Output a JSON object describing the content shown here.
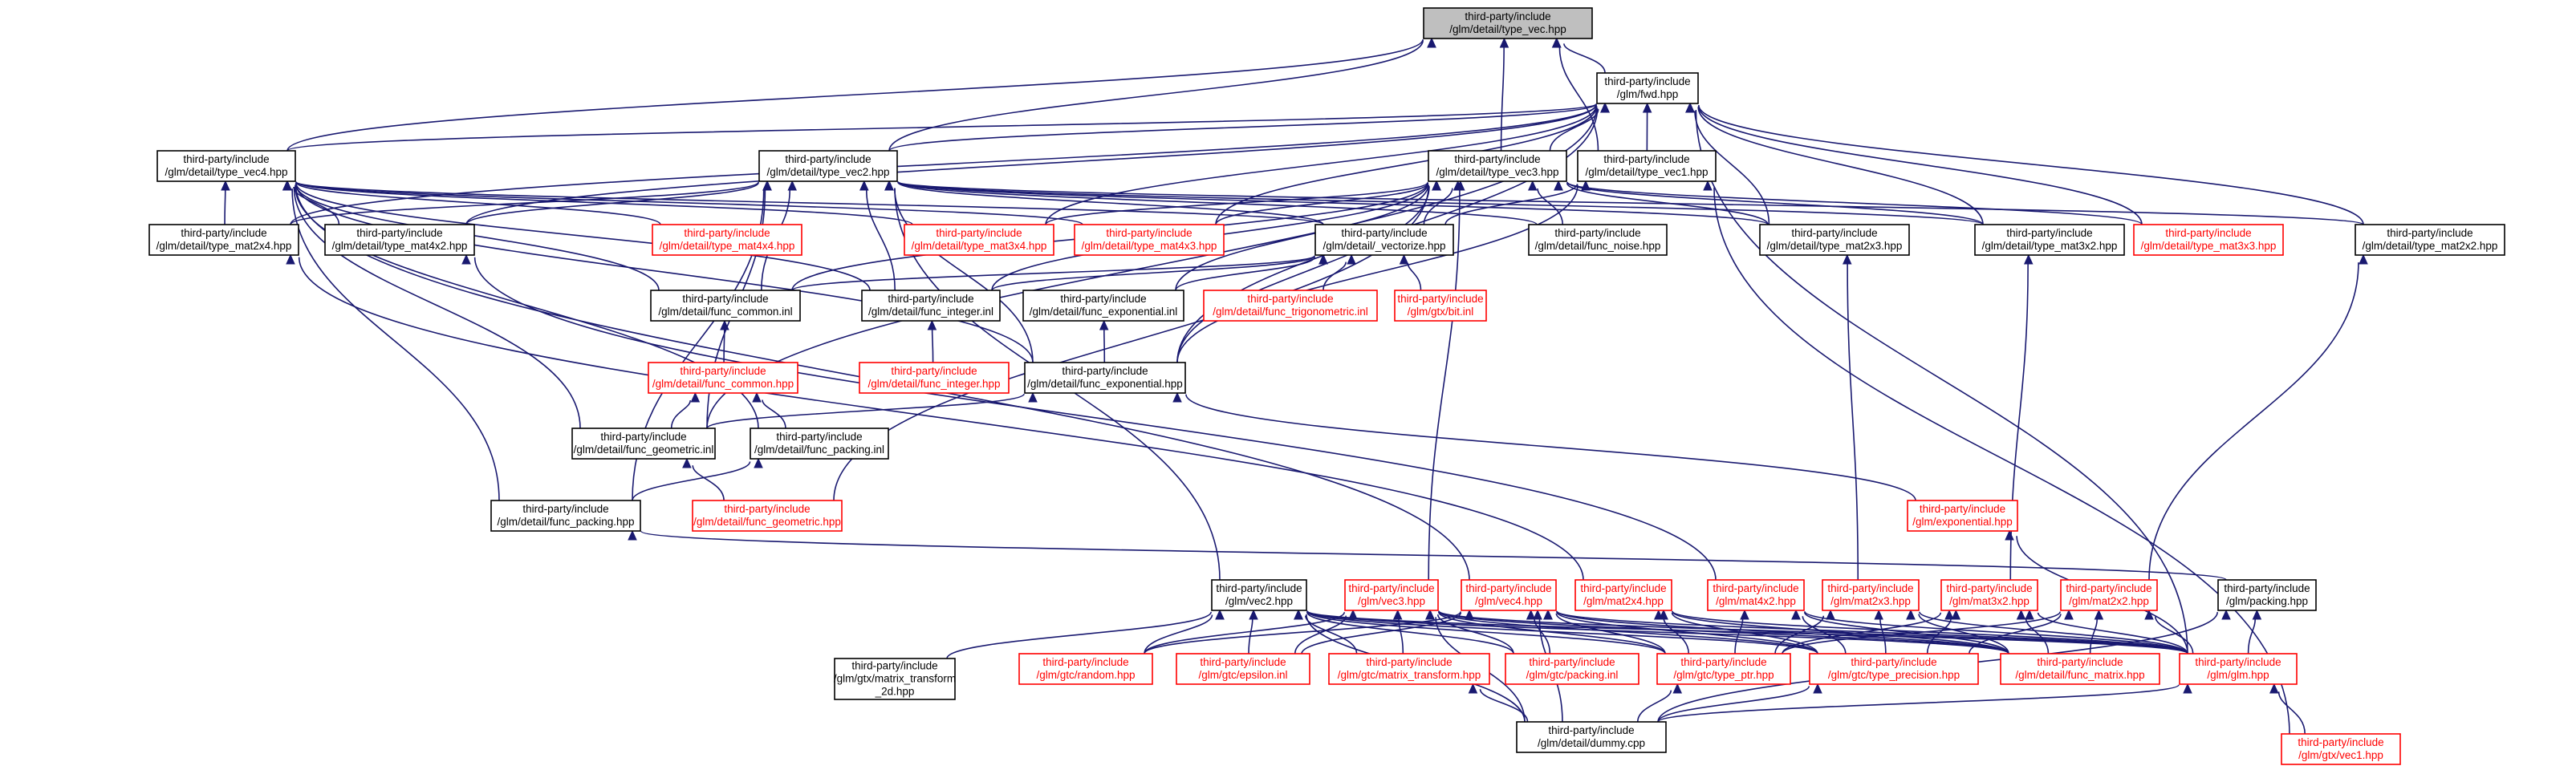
{
  "nodes": {
    "root": {
      "lines": [
        "third-party/include",
        "/glm/detail/type_vec.hpp"
      ],
      "root": true
    },
    "fwd": {
      "lines": [
        "third-party/include",
        "/glm/fwd.hpp"
      ]
    },
    "tvec4": {
      "lines": [
        "third-party/include",
        "/glm/detail/type_vec4.hpp"
      ]
    },
    "tvec2": {
      "lines": [
        "third-party/include",
        "/glm/detail/type_vec2.hpp"
      ]
    },
    "tvec3": {
      "lines": [
        "third-party/include",
        "/glm/detail/type_vec3.hpp"
      ]
    },
    "tvec1": {
      "lines": [
        "third-party/include",
        "/glm/detail/type_vec1.hpp"
      ]
    },
    "m2x4": {
      "lines": [
        "third-party/include",
        "/glm/detail/type_mat2x4.hpp"
      ]
    },
    "m4x2": {
      "lines": [
        "third-party/include",
        "/glm/detail/type_mat4x2.hpp"
      ]
    },
    "m4x4": {
      "lines": [
        "third-party/include",
        "/glm/detail/type_mat4x4.hpp"
      ],
      "red": true
    },
    "m3x4": {
      "lines": [
        "third-party/include",
        "/glm/detail/type_mat3x4.hpp"
      ],
      "red": true
    },
    "m4x3": {
      "lines": [
        "third-party/include",
        "/glm/detail/type_mat4x3.hpp"
      ],
      "red": true
    },
    "vectorize": {
      "lines": [
        "third-party/include",
        "/glm/detail/_vectorize.hpp"
      ]
    },
    "fnoise": {
      "lines": [
        "third-party/include",
        "/glm/detail/func_noise.hpp"
      ]
    },
    "m2x3": {
      "lines": [
        "third-party/include",
        "/glm/detail/type_mat2x3.hpp"
      ]
    },
    "m3x2": {
      "lines": [
        "third-party/include",
        "/glm/detail/type_mat3x2.hpp"
      ]
    },
    "m3x3": {
      "lines": [
        "third-party/include",
        "/glm/detail/type_mat3x3.hpp"
      ],
      "red": true
    },
    "m2x2": {
      "lines": [
        "third-party/include",
        "/glm/detail/type_mat2x2.hpp"
      ]
    },
    "fcommoninl": {
      "lines": [
        "third-party/include",
        "/glm/detail/func_common.inl"
      ]
    },
    "fintinl": {
      "lines": [
        "third-party/include",
        "/glm/detail/func_integer.inl"
      ]
    },
    "fexpinl": {
      "lines": [
        "third-party/include",
        "/glm/detail/func_exponential.inl"
      ]
    },
    "ftrig": {
      "lines": [
        "third-party/include",
        "/glm/detail/func_trigonometric.inl"
      ],
      "red": true
    },
    "gtxbit": {
      "lines": [
        "third-party/include",
        "/glm/gtx/bit.inl"
      ],
      "red": true
    },
    "fcommonhpp": {
      "lines": [
        "third-party/include",
        "/glm/detail/func_common.hpp"
      ],
      "red": true
    },
    "finthpp": {
      "lines": [
        "third-party/include",
        "/glm/detail/func_integer.hpp"
      ],
      "red": true
    },
    "fexphpp": {
      "lines": [
        "third-party/include",
        "/glm/detail/func_exponential.hpp"
      ]
    },
    "fgeominl": {
      "lines": [
        "third-party/include",
        "/glm/detail/func_geometric.inl"
      ]
    },
    "fpackinl": {
      "lines": [
        "third-party/include",
        "/glm/detail/func_packing.inl"
      ]
    },
    "fpackhpp": {
      "lines": [
        "third-party/include",
        "/glm/detail/func_packing.hpp"
      ]
    },
    "fgeomhpp": {
      "lines": [
        "third-party/include",
        "/glm/detail/func_geometric.hpp"
      ],
      "red": true
    },
    "expo": {
      "lines": [
        "third-party/include",
        "/glm/exponential.hpp"
      ],
      "red": true
    },
    "vec2": {
      "lines": [
        "third-party/include",
        "/glm/vec2.hpp"
      ]
    },
    "vec3": {
      "lines": [
        "third-party/include",
        "/glm/vec3.hpp"
      ],
      "red": true
    },
    "vec4": {
      "lines": [
        "third-party/include",
        "/glm/vec4.hpp"
      ],
      "red": true
    },
    "mat2x4": {
      "lines": [
        "third-party/include",
        "/glm/mat2x4.hpp"
      ],
      "red": true
    },
    "mat4x2": {
      "lines": [
        "third-party/include",
        "/glm/mat4x2.hpp"
      ],
      "red": true
    },
    "mat2x3": {
      "lines": [
        "third-party/include",
        "/glm/mat2x3.hpp"
      ],
      "red": true
    },
    "mat3x2": {
      "lines": [
        "third-party/include",
        "/glm/mat3x2.hpp"
      ],
      "red": true
    },
    "mat2x2": {
      "lines": [
        "third-party/include",
        "/glm/mat2x2.hpp"
      ],
      "red": true
    },
    "packing": {
      "lines": [
        "third-party/include",
        "/glm/packing.hpp"
      ]
    },
    "gtxmt2d": {
      "lines": [
        "third-party/include",
        "/glm/gtx/matrix_transform",
        "_2d.hpp"
      ]
    },
    "random": {
      "lines": [
        "third-party/include",
        "/glm/gtc/random.hpp"
      ],
      "red": true
    },
    "epsilon": {
      "lines": [
        "third-party/include",
        "/glm/gtc/epsilon.inl"
      ],
      "red": true
    },
    "gtcmt": {
      "lines": [
        "third-party/include",
        "/glm/gtc/matrix_transform.hpp"
      ],
      "red": true
    },
    "gtcpack": {
      "lines": [
        "third-party/include",
        "/glm/gtc/packing.inl"
      ],
      "red": true
    },
    "typeptr": {
      "lines": [
        "third-party/include",
        "/glm/gtc/type_ptr.hpp"
      ],
      "red": true
    },
    "typeprec": {
      "lines": [
        "third-party/include",
        "/glm/gtc/type_precision.hpp"
      ],
      "red": true
    },
    "fmatrix": {
      "lines": [
        "third-party/include",
        "/glm/detail/func_matrix.hpp"
      ],
      "red": true
    },
    "glm": {
      "lines": [
        "third-party/include",
        "/glm/glm.hpp"
      ],
      "red": true
    },
    "dummy": {
      "lines": [
        "third-party/include",
        "/glm/detail/dummy.cpp"
      ]
    },
    "gtxvec1": {
      "lines": [
        "third-party/include",
        "/glm/gtx/vec1.hpp"
      ],
      "red": true
    }
  },
  "edges": [
    [
      "fwd",
      "root"
    ],
    [
      "tvec4",
      "root"
    ],
    [
      "tvec2",
      "root"
    ],
    [
      "tvec3",
      "root"
    ],
    [
      "tvec1",
      "root"
    ],
    [
      "tvec1",
      "fwd"
    ],
    [
      "tvec4",
      "fwd"
    ],
    [
      "tvec2",
      "fwd"
    ],
    [
      "tvec3",
      "fwd"
    ],
    [
      "m2x4",
      "fwd"
    ],
    [
      "m4x2",
      "fwd"
    ],
    [
      "m3x4",
      "fwd"
    ],
    [
      "m4x3",
      "fwd"
    ],
    [
      "m2x3",
      "fwd"
    ],
    [
      "m3x2",
      "fwd"
    ],
    [
      "m3x3",
      "fwd"
    ],
    [
      "m2x2",
      "fwd"
    ],
    [
      "fgeominl",
      "fwd"
    ],
    [
      "fexphpp",
      "fwd"
    ],
    [
      "glm",
      "fwd"
    ],
    [
      "m2x4",
      "tvec4"
    ],
    [
      "m4x2",
      "tvec4"
    ],
    [
      "m4x4",
      "tvec4"
    ],
    [
      "m3x4",
      "tvec4"
    ],
    [
      "m4x3",
      "tvec4"
    ],
    [
      "vectorize",
      "tvec4"
    ],
    [
      "fcommoninl",
      "tvec4"
    ],
    [
      "fintinl",
      "tvec4"
    ],
    [
      "fexphpp",
      "tvec4"
    ],
    [
      "fgeominl",
      "tvec4"
    ],
    [
      "fpackhpp",
      "tvec4"
    ],
    [
      "vec4",
      "tvec4"
    ],
    [
      "fpackinl",
      "tvec4"
    ],
    [
      "m2x4",
      "tvec2"
    ],
    [
      "m4x2",
      "tvec2"
    ],
    [
      "m3x2",
      "tvec2"
    ],
    [
      "m2x2",
      "tvec2"
    ],
    [
      "vectorize",
      "tvec2"
    ],
    [
      "fcommoninl",
      "tvec2"
    ],
    [
      "fintinl",
      "tvec2"
    ],
    [
      "fexphpp",
      "tvec2"
    ],
    [
      "fgeominl",
      "tvec2"
    ],
    [
      "fpackhpp",
      "tvec2"
    ],
    [
      "vec2",
      "tvec2"
    ],
    [
      "fnoise",
      "tvec2"
    ],
    [
      "m2x3",
      "tvec2"
    ],
    [
      "m4x3",
      "tvec3"
    ],
    [
      "m3x4",
      "tvec3"
    ],
    [
      "m2x3",
      "tvec3"
    ],
    [
      "m3x3",
      "tvec3"
    ],
    [
      "vectorize",
      "tvec3"
    ],
    [
      "fnoise",
      "tvec3"
    ],
    [
      "fcommoninl",
      "tvec3"
    ],
    [
      "fintinl",
      "tvec3"
    ],
    [
      "fexpinl",
      "tvec3"
    ],
    [
      "fexphpp",
      "tvec3"
    ],
    [
      "fgeomhpp",
      "tvec3"
    ],
    [
      "vec3",
      "tvec3"
    ],
    [
      "m3x2",
      "tvec3"
    ],
    [
      "vectorize",
      "tvec1"
    ],
    [
      "fexphpp",
      "tvec1"
    ],
    [
      "gtxvec1",
      "tvec1"
    ],
    [
      "fcommoninl",
      "vectorize"
    ],
    [
      "fintinl",
      "vectorize"
    ],
    [
      "fexpinl",
      "vectorize"
    ],
    [
      "ftrig",
      "vectorize"
    ],
    [
      "gtxbit",
      "vectorize"
    ],
    [
      "fcommonhpp",
      "fcommoninl"
    ],
    [
      "finthpp",
      "fintinl"
    ],
    [
      "fexphpp",
      "fexpinl"
    ],
    [
      "fgeominl",
      "fcommonhpp"
    ],
    [
      "fpackinl",
      "fcommonhpp"
    ],
    [
      "fgeominl",
      "fexphpp"
    ],
    [
      "expo",
      "fexphpp"
    ],
    [
      "fpackhpp",
      "fpackinl"
    ],
    [
      "fgeomhpp",
      "fgeominl"
    ],
    [
      "packing",
      "fpackhpp"
    ],
    [
      "mat2x4",
      "m2x4"
    ],
    [
      "mat4x2",
      "m4x2"
    ],
    [
      "mat2x3",
      "m2x3"
    ],
    [
      "mat3x2",
      "m3x2"
    ],
    [
      "mat2x2",
      "m2x2"
    ],
    [
      "glm",
      "expo"
    ],
    [
      "glm",
      "packing"
    ],
    [
      "dummy",
      "packing"
    ],
    [
      "gtxmt2d",
      "vec2"
    ],
    [
      "random",
      "vec2"
    ],
    [
      "epsilon",
      "vec2"
    ],
    [
      "gtcmt",
      "vec2"
    ],
    [
      "gtcpack",
      "vec2"
    ],
    [
      "typeptr",
      "vec2"
    ],
    [
      "typeprec",
      "vec2"
    ],
    [
      "fmatrix",
      "vec2"
    ],
    [
      "glm",
      "vec2"
    ],
    [
      "dummy",
      "vec2"
    ],
    [
      "random",
      "vec3"
    ],
    [
      "epsilon",
      "vec3"
    ],
    [
      "gtcmt",
      "vec3"
    ],
    [
      "gtcpack",
      "vec3"
    ],
    [
      "typeptr",
      "vec3"
    ],
    [
      "typeprec",
      "vec3"
    ],
    [
      "fmatrix",
      "vec3"
    ],
    [
      "glm",
      "vec3"
    ],
    [
      "dummy",
      "vec3"
    ],
    [
      "random",
      "vec4"
    ],
    [
      "epsilon",
      "vec4"
    ],
    [
      "gtcpack",
      "vec4"
    ],
    [
      "typeptr",
      "vec4"
    ],
    [
      "typeprec",
      "vec4"
    ],
    [
      "fmatrix",
      "vec4"
    ],
    [
      "glm",
      "vec4"
    ],
    [
      "dummy",
      "vec4"
    ],
    [
      "typeptr",
      "mat2x4"
    ],
    [
      "typeprec",
      "mat2x4"
    ],
    [
      "fmatrix",
      "mat2x4"
    ],
    [
      "glm",
      "mat2x4"
    ],
    [
      "typeptr",
      "mat4x2"
    ],
    [
      "typeprec",
      "mat4x2"
    ],
    [
      "fmatrix",
      "mat4x2"
    ],
    [
      "glm",
      "mat4x2"
    ],
    [
      "typeptr",
      "mat2x3"
    ],
    [
      "typeprec",
      "mat2x3"
    ],
    [
      "fmatrix",
      "mat2x3"
    ],
    [
      "glm",
      "mat2x3"
    ],
    [
      "typeptr",
      "mat3x2"
    ],
    [
      "typeprec",
      "mat3x2"
    ],
    [
      "fmatrix",
      "mat3x2"
    ],
    [
      "glm",
      "mat3x2"
    ],
    [
      "typeptr",
      "mat2x2"
    ],
    [
      "typeprec",
      "mat2x2"
    ],
    [
      "fmatrix",
      "mat2x2"
    ],
    [
      "glm",
      "mat2x2"
    ],
    [
      "dummy",
      "typeptr"
    ],
    [
      "dummy",
      "typeprec"
    ],
    [
      "dummy",
      "gtcmt"
    ],
    [
      "dummy",
      "glm"
    ],
    [
      "gtxvec1",
      "glm"
    ]
  ]
}
